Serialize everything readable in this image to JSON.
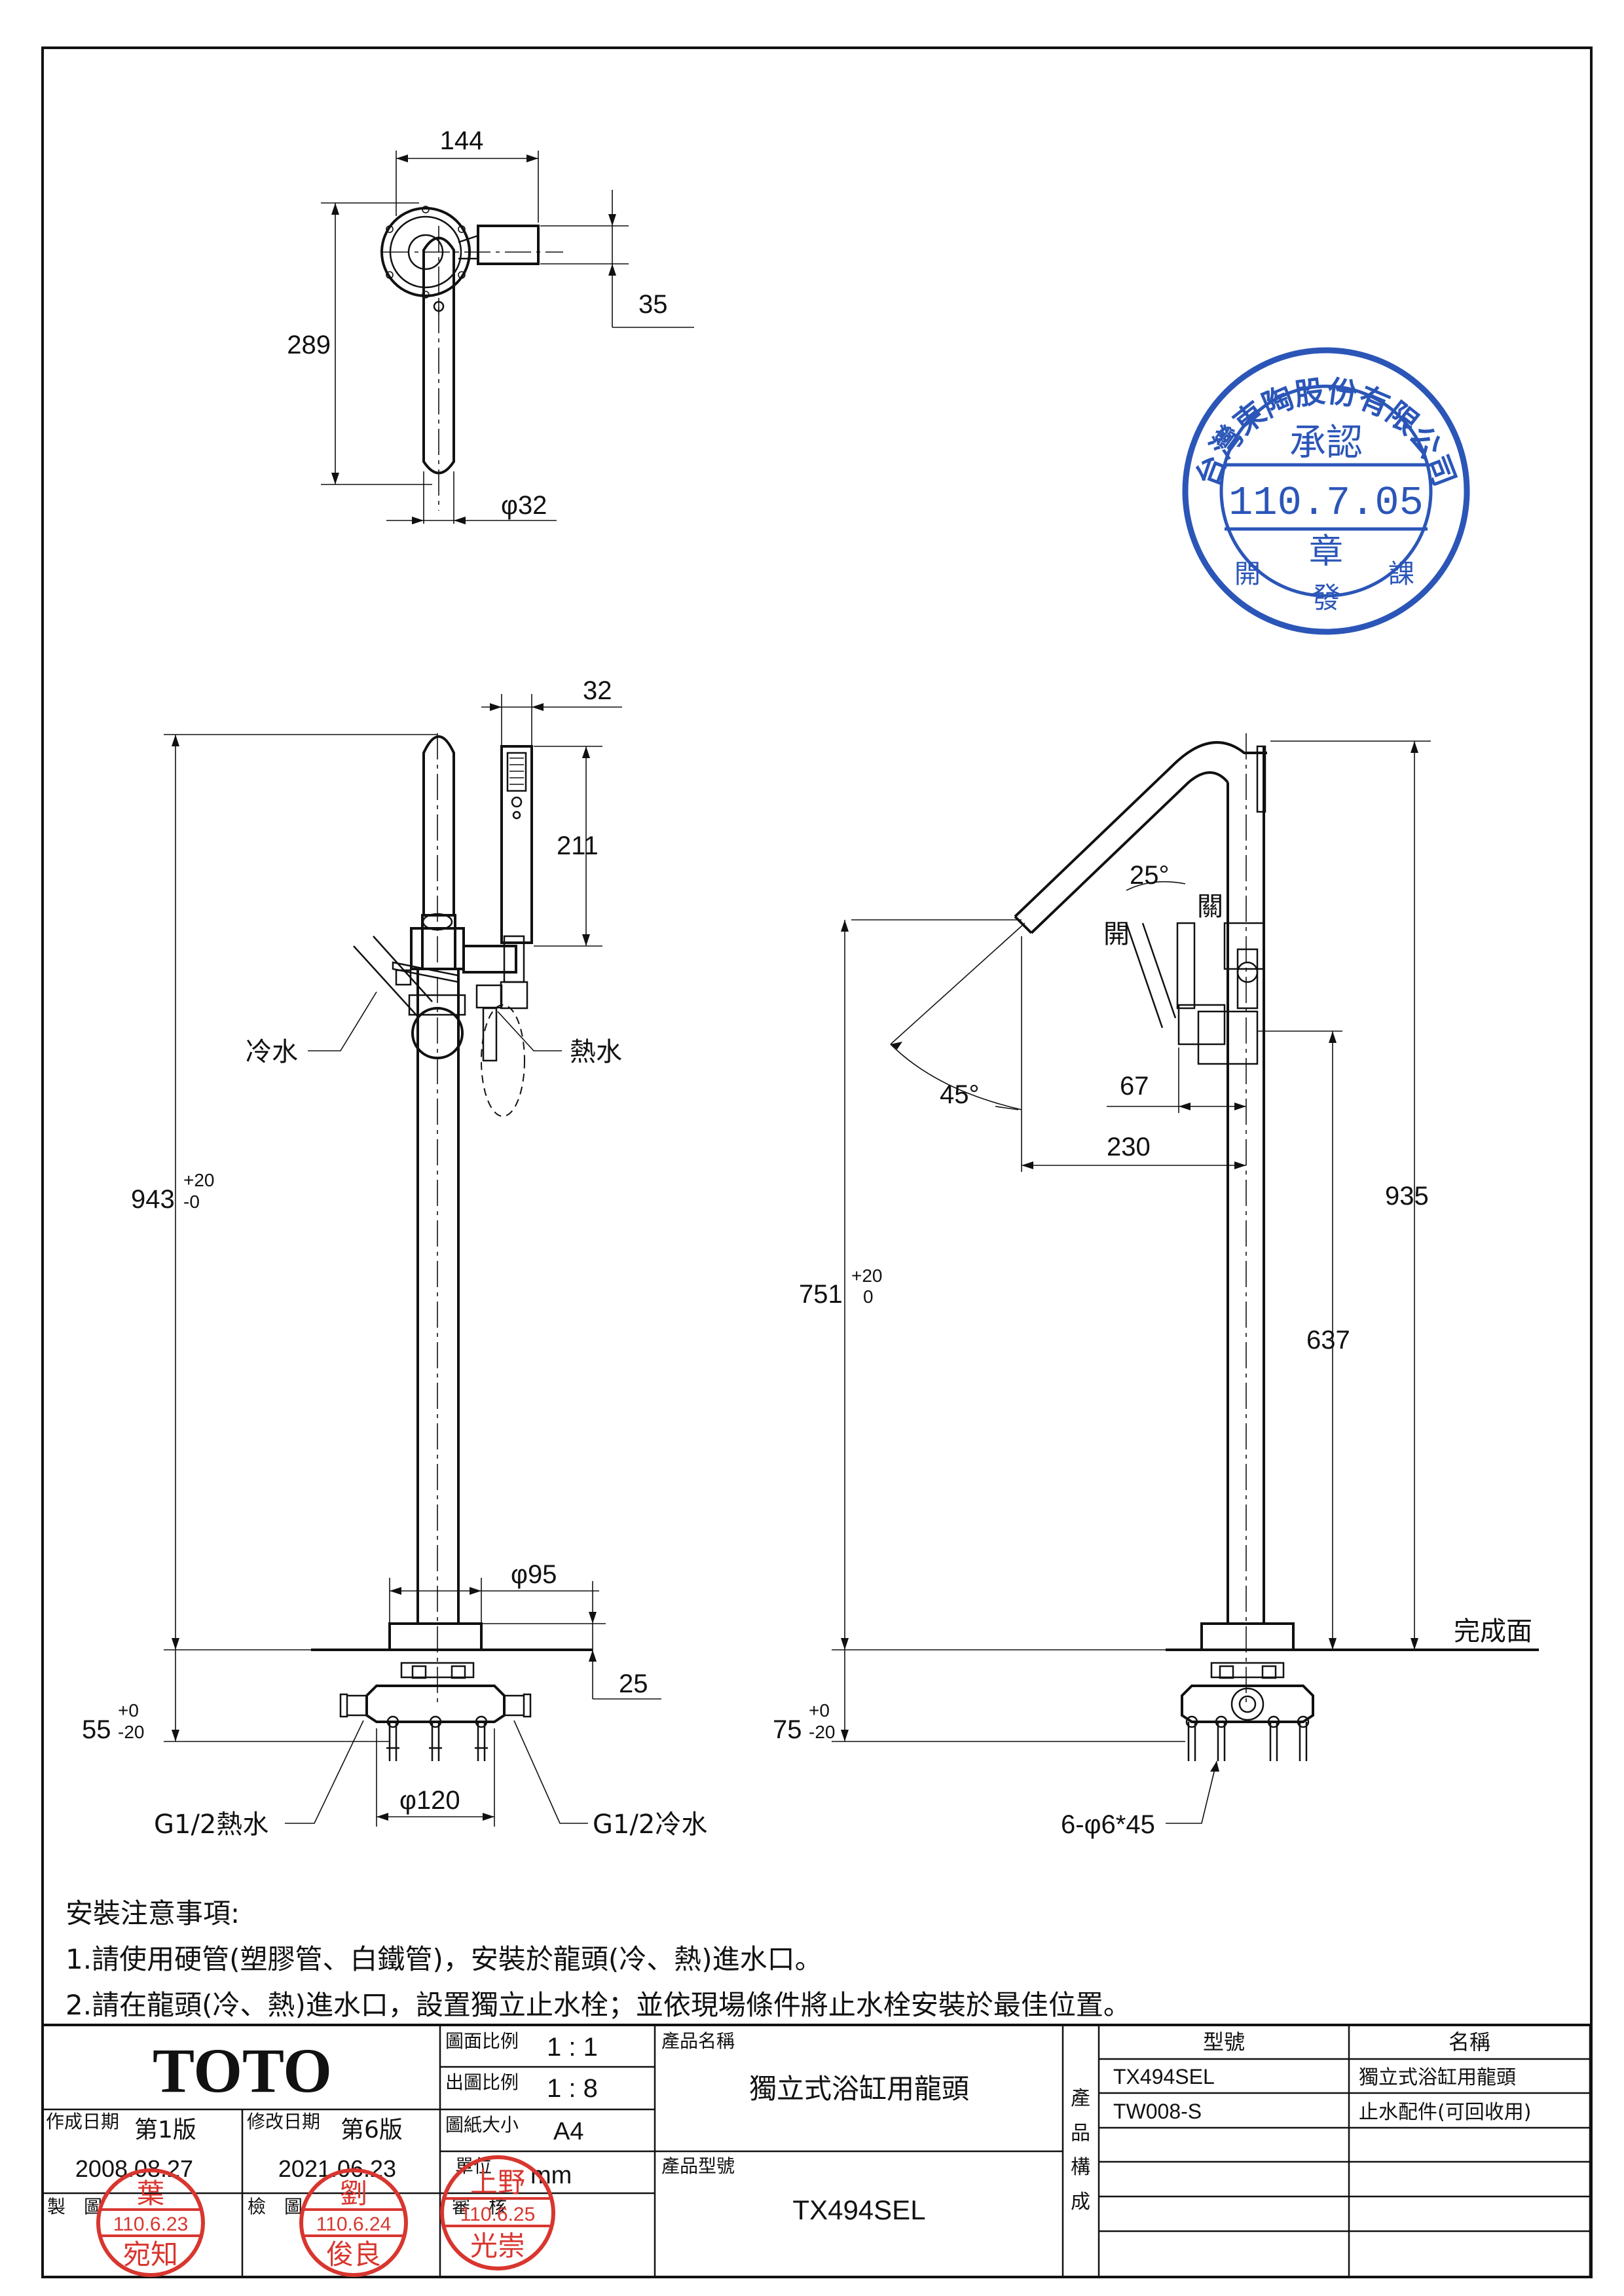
{
  "drawing": {
    "top_view": {
      "width": "144",
      "depth": "289",
      "handle": "35",
      "spout_dia": "φ32"
    },
    "front_view": {
      "shower_w": "32",
      "shower_h": "211",
      "height": "943",
      "height_tol_plus": "+20",
      "height_tol_minus": "-0",
      "cold_label": "冷水",
      "hot_label": "熱水",
      "base_dia": "φ95",
      "base_h": "25",
      "below": "55",
      "below_tol_plus": "+0",
      "below_tol_minus": "-20",
      "flange_dia": "φ120",
      "hot_inlet": "G1/2熱水",
      "cold_inlet": "G1/2冷水"
    },
    "side_view": {
      "angle_handle": "25°",
      "close": "關",
      "open": "開",
      "angle_spout": "45°",
      "reach_a": "67",
      "reach_b": "230",
      "total_h": "935",
      "spout_h": "751",
      "spout_tol_plus": "+20",
      "spout_tol_minus": "0",
      "lever_h": "637",
      "floor_label": "完成面",
      "below": "75",
      "below_tol_plus": "+0",
      "below_tol_minus": "-20",
      "bolts": "6-φ6*45"
    }
  },
  "notes": {
    "heading": "安裝注意事項:",
    "items": [
      "1.請使用硬管(塑膠管、白鐵管)，安裝於龍頭(冷、熱)進水口。",
      "2.請在龍頭(冷、熱)進水口，設置獨立止水栓；並依現場條件將止水栓安裝於最佳位置。"
    ]
  },
  "approval_stamp": {
    "company": "台灣東陶股份有限公司",
    "word_top": "承認",
    "date": "110.7.05",
    "word_mid": "章",
    "word_bottom": "發",
    "side_left": "開",
    "side_right": "課",
    "color": "#2b56b8"
  },
  "title_block": {
    "brand": "TOTO",
    "drawing_scale_label": "圖面比例",
    "drawing_scale": "1 : 1",
    "print_scale_label": "出圖比例",
    "print_scale": "1 : 8",
    "paper_label": "圖紙大小",
    "paper": "A4",
    "unit_label": "單位",
    "unit": "mm",
    "created_label": "作成日期",
    "created_ver": "第1版",
    "created_date": "2008.08.27",
    "modified_label": "修改日期",
    "modified_ver": "第6版",
    "modified_date": "2021.06.23",
    "drawn_label": "製　圖",
    "checked_label": "檢　圖",
    "approved_label": "審　核",
    "product_name_label": "產品名稱",
    "product_name": "獨立式浴缸用龍頭",
    "model_label": "產品型號",
    "model": "TX494SEL",
    "composition_label": [
      "產",
      "品",
      "構",
      "成"
    ],
    "parts_headers": [
      "型號",
      "名稱"
    ],
    "parts": [
      {
        "model": "TX494SEL",
        "name": "獨立式浴缸用龍頭"
      },
      {
        "model": "TW008-S",
        "name": "止水配件(可回收用)"
      }
    ],
    "stamps": [
      {
        "top": "葉",
        "date": "110.6.23",
        "bottom": "宛知"
      },
      {
        "top": "劉",
        "date": "110.6.24",
        "bottom": "俊良"
      },
      {
        "top": "上野",
        "date": "110.6.25",
        "bottom": "光崇"
      }
    ],
    "stamp_color": "#d8362f"
  }
}
